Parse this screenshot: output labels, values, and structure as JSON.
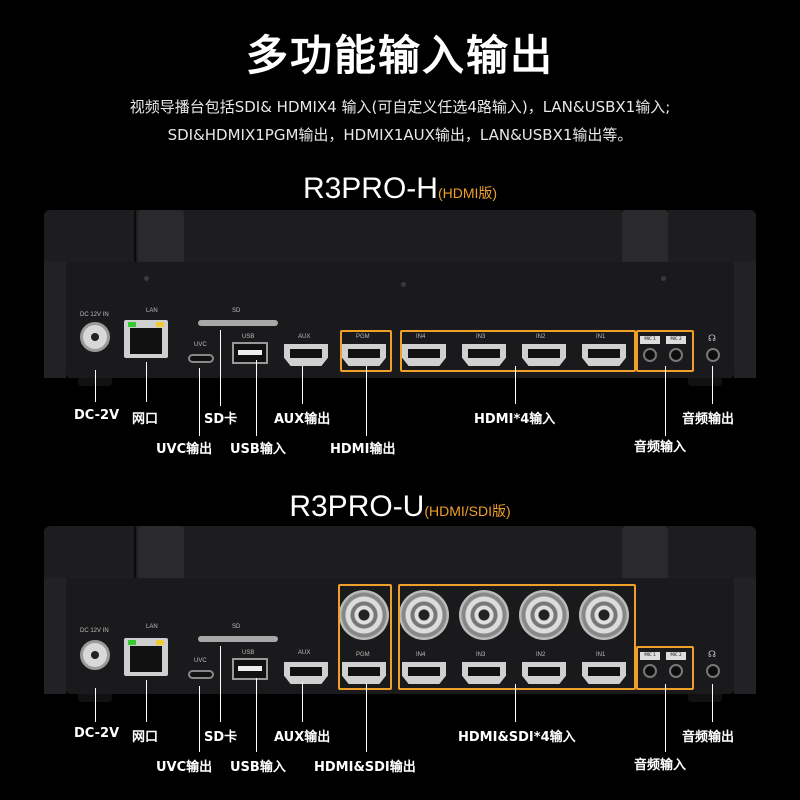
{
  "header": {
    "title": "多功能输入输出",
    "desc_line1": "视频导播台包括SDI& HDMIX4 输入(可自定义任选4路输入)，LAN&USBX1输入;",
    "desc_line2": "SDI&HDMIX1PGM输出，HDMIX1AUX输出，LAN&USBX1输出等。"
  },
  "deviceH": {
    "model": "R3PRO-H",
    "sub": "(HDMI版)",
    "ports": {
      "dc": "DC 12V IN",
      "lan": "LAN",
      "sd": "SD",
      "uvc": "UVC",
      "usb": "USB",
      "aux": "AUX",
      "pgm": "PGM",
      "in4": "IN4",
      "in3": "IN3",
      "in2": "IN2",
      "in1": "IN1",
      "aud1": "MIC 1",
      "aud2": "MIC 2"
    },
    "labels": {
      "dc": "DC-2V",
      "lan": "网口",
      "sd": "SD卡",
      "aux": "AUX输出",
      "hdmi_in": "HDMI*4输入",
      "audio_out": "音频输出",
      "uvc": "UVC输出",
      "usb": "USB输入",
      "pgm": "HDMI输出",
      "audio_in": "音频输入"
    }
  },
  "deviceU": {
    "model": "R3PRO-U",
    "sub": "(HDMI/SDI版)",
    "ports": {
      "dc": "DC 12V IN",
      "lan": "LAN",
      "sd": "SD",
      "uvc": "UVC",
      "usb": "USB",
      "aux": "AUX",
      "pgm": "PGM",
      "in4": "IN4",
      "in3": "IN3",
      "in2": "IN2",
      "in1": "IN1",
      "aud1": "MIC 1",
      "aud2": "MIC 2"
    },
    "labels": {
      "dc": "DC-2V",
      "lan": "网口",
      "sd": "SD卡",
      "aux": "AUX输出",
      "hdmi_in": "HDMI&SDI*4输入",
      "audio_out": "音频输出",
      "uvc": "UVC输出",
      "usb": "USB输入",
      "pgm": "HDMI&SDI输出",
      "audio_in": "音频输入"
    }
  },
  "colors": {
    "accent": "#f0a02a",
    "background": "#000000",
    "text": "#ffffff"
  }
}
